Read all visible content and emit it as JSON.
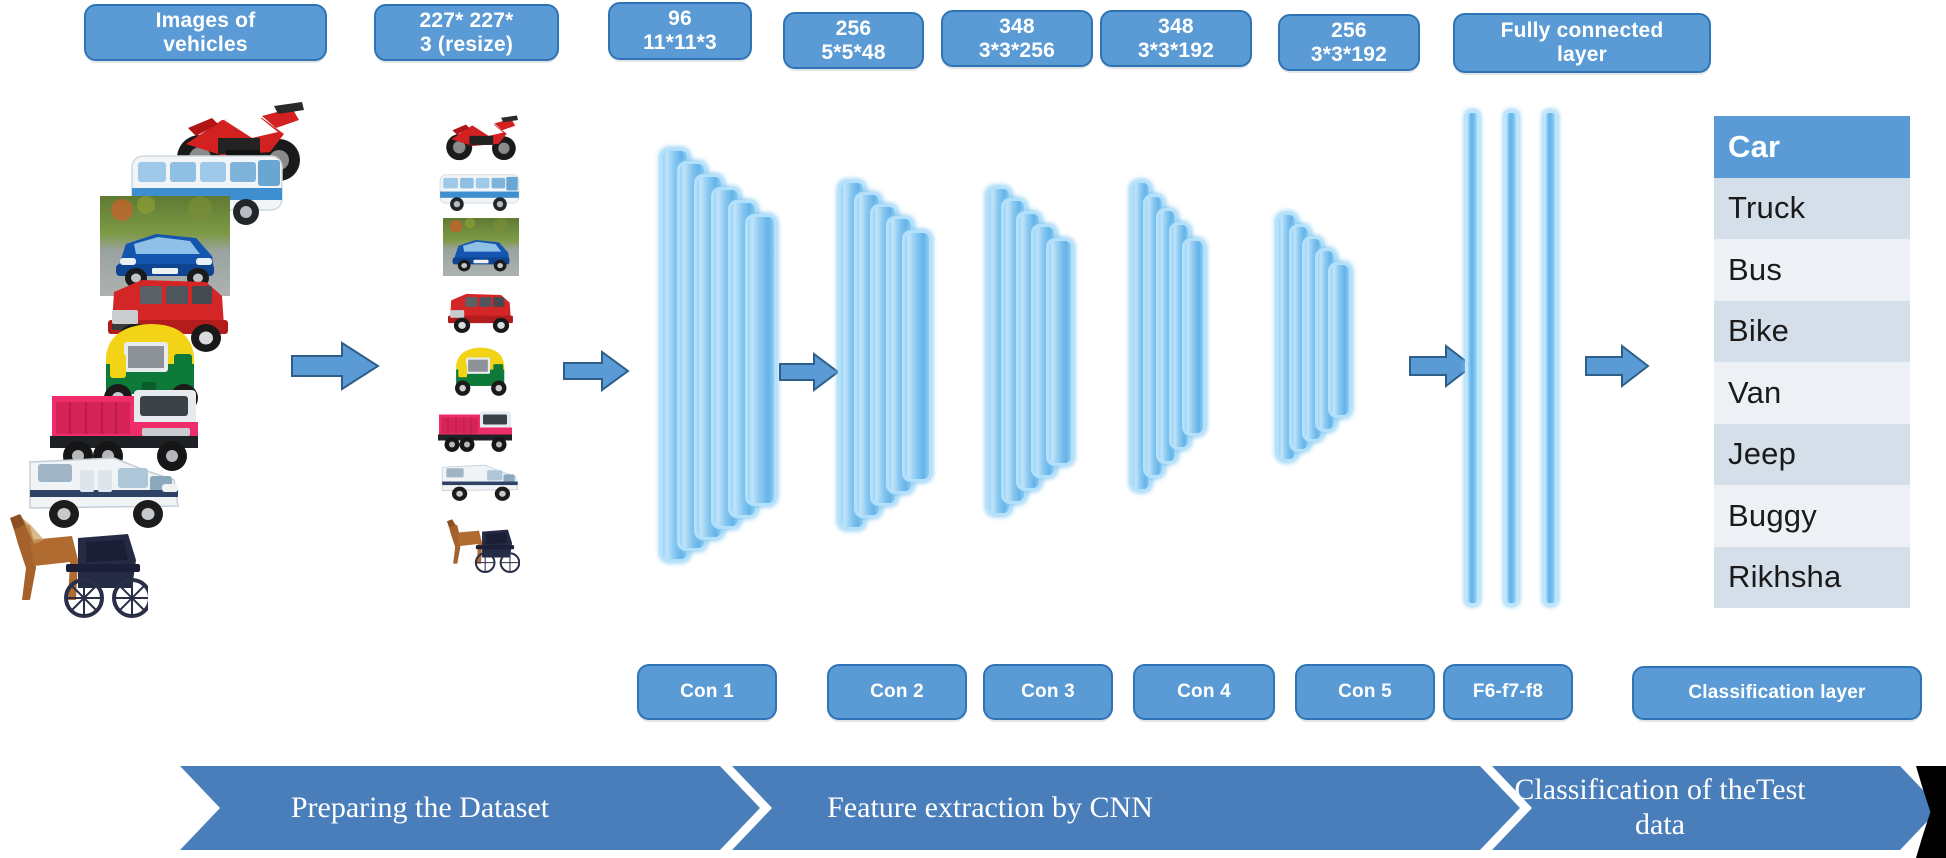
{
  "colors": {
    "box_fill": "#5B9BD5",
    "box_border": "#2E74B5",
    "slab_light": "#b3e0fb",
    "slab_mid": "#8cc9f0",
    "banner_blue": "#4A7EBB",
    "class_row_light": "#EDF1F6",
    "class_row_alt": "#D5DFEA",
    "arrow_fill": "#5B9BD5",
    "arrow_border": "#2E5F8A"
  },
  "top_boxes": [
    {
      "id": "images-of-vehicles",
      "line1": "Images of",
      "line2": "vehicles"
    },
    {
      "id": "resize",
      "line1": "227* 227*",
      "line2": "3 (resize)"
    },
    {
      "id": "conv1-params",
      "line1": "96",
      "line2": "11*11*3"
    },
    {
      "id": "conv2-params",
      "line1": "256",
      "line2": "5*5*48"
    },
    {
      "id": "conv3-params",
      "line1": "348",
      "line2": "3*3*256"
    },
    {
      "id": "conv4-params",
      "line1": "348",
      "line2": "3*3*192"
    },
    {
      "id": "conv5-params",
      "line1": "256",
      "line2": "3*3*192"
    },
    {
      "id": "fully-connected",
      "line1": "Fully connected",
      "line2": "layer"
    }
  ],
  "bottom_boxes": [
    {
      "id": "con-1",
      "label": "Con 1"
    },
    {
      "id": "con-2",
      "label": "Con 2"
    },
    {
      "id": "con-3",
      "label": "Con 3"
    },
    {
      "id": "con-4",
      "label": "Con 4"
    },
    {
      "id": "con-5",
      "label": "Con 5"
    },
    {
      "id": "f6-f7-f8",
      "label": "F6-f7-f8"
    },
    {
      "id": "classification-layer",
      "label": "Classification layer"
    }
  ],
  "classes": [
    {
      "label": "Car",
      "selected": true
    },
    {
      "label": "Truck",
      "selected": false
    },
    {
      "label": "Bus",
      "selected": false
    },
    {
      "label": "Bike",
      "selected": false
    },
    {
      "label": "Van",
      "selected": false
    },
    {
      "label": "Jeep",
      "selected": false
    },
    {
      "label": "Buggy",
      "selected": false
    },
    {
      "label": "Rikhsha",
      "selected": false
    }
  ],
  "pipeline_stages": [
    {
      "id": "preparing-the-dataset",
      "label": "Preparing the Dataset"
    },
    {
      "id": "feature-extraction",
      "label": "Feature extraction by CNN"
    },
    {
      "id": "classification-of-test-data",
      "label": "Classification of theTest data"
    }
  ],
  "vehicle_images": [
    {
      "id": "bike",
      "name": "motorcycle-photo"
    },
    {
      "id": "bus",
      "name": "bus-photo"
    },
    {
      "id": "car",
      "name": "car-photo"
    },
    {
      "id": "jeep",
      "name": "jeep-photo"
    },
    {
      "id": "rikhsha",
      "name": "auto-rickshaw-photo"
    },
    {
      "id": "truck",
      "name": "dump-truck-photo"
    },
    {
      "id": "van",
      "name": "van-photo"
    },
    {
      "id": "buggy",
      "name": "horse-buggy-photo"
    }
  ],
  "conv_stacks": [
    {
      "id": "conv-1",
      "slabs": 6
    },
    {
      "id": "conv-2",
      "slabs": 5
    },
    {
      "id": "conv-3",
      "slabs": 5
    },
    {
      "id": "conv-4",
      "slabs": 5
    },
    {
      "id": "conv-5",
      "slabs": 5
    }
  ],
  "fc_bars": 3,
  "arrows": [
    {
      "id": "arrow-dataset-to-resize"
    },
    {
      "id": "arrow-resize-to-conv1"
    },
    {
      "id": "arrow-conv1-to-conv2"
    },
    {
      "id": "arrow-conv5-to-fc"
    },
    {
      "id": "arrow-fc-to-classes"
    }
  ]
}
